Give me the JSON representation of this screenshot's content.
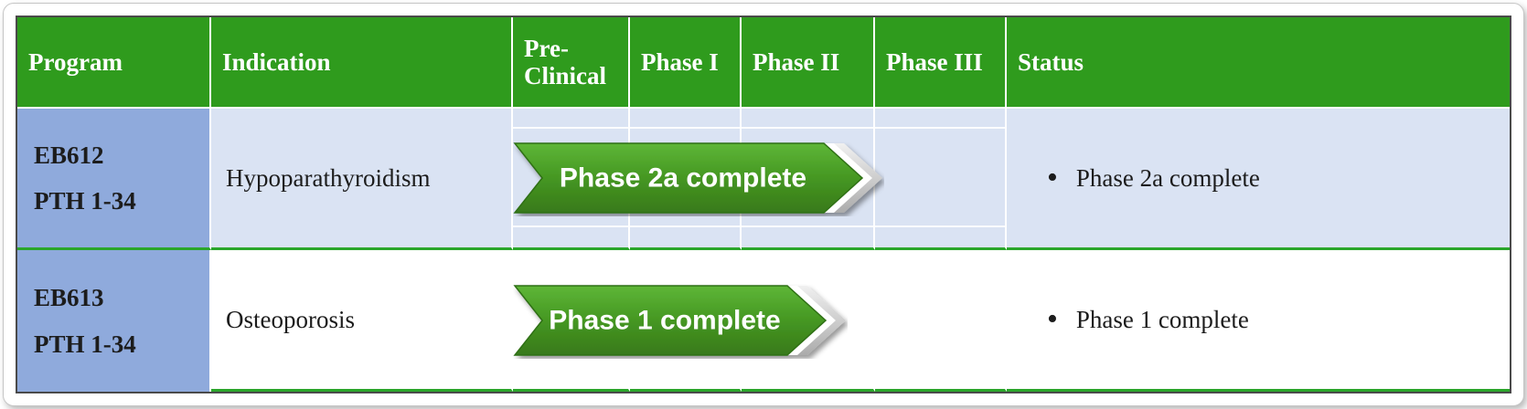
{
  "table": {
    "headers": [
      "Program",
      "Indication",
      "Pre-Clinical",
      "Phase I",
      "Phase II",
      "Phase III",
      "Status"
    ],
    "rows": [
      {
        "program": [
          "EB612",
          "PTH 1-34"
        ],
        "indication": "Hypoparathyroidism",
        "arrow_label": "Phase 2a complete",
        "bullet": "•",
        "status": "Phase 2a complete"
      },
      {
        "program": [
          "EB613",
          "PTH 1-34"
        ],
        "indication": "Osteoporosis",
        "arrow_label": "Phase 1 complete",
        "bullet": "•",
        "status": "Phase 1 complete"
      }
    ]
  },
  "colors": {
    "header_green": "#2f9b1d",
    "separator_green": "#2aa62a",
    "program_blue": "#8faadc",
    "row_light_blue": "#dae3f3",
    "arrow_green_top": "#5eb637",
    "arrow_green_bottom": "#38791a",
    "arrow_text": "#ffffff",
    "header_text": "#ffffff",
    "body_text": "#1c1c1c"
  }
}
